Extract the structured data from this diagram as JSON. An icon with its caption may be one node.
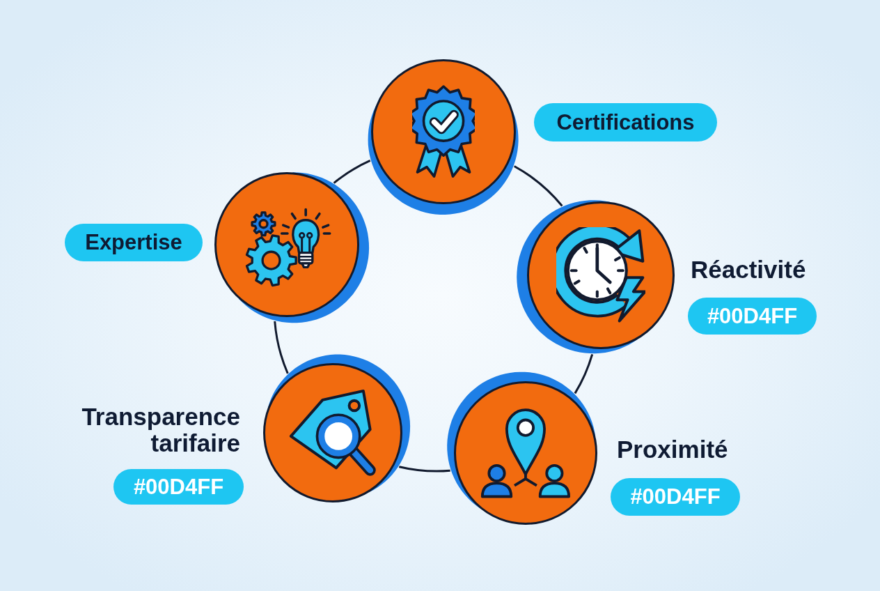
{
  "diagram": {
    "nodes": [
      {
        "text": [
          "Certifications"
        ]
      },
      {
        "text": [
          "Expertise"
        ]
      },
      {
        "text": [
          "Réactivité",
          "#00D4FF"
        ]
      },
      {
        "text": [
          "Transparence tarifaire",
          "#00D4FF"
        ]
      },
      {
        "text": [
          "Proximité",
          "#00D4FF"
        ]
      }
    ],
    "edges": [
      {
        "from": 0,
        "to": 2,
        "arrow": "none"
      },
      {
        "from": 2,
        "to": 4,
        "arrow": "none"
      },
      {
        "from": 4,
        "to": 3,
        "arrow": "none"
      },
      {
        "from": 3,
        "to": 1,
        "arrow": "none"
      },
      {
        "from": 1,
        "to": 0,
        "arrow": "none"
      }
    ]
  }
}
